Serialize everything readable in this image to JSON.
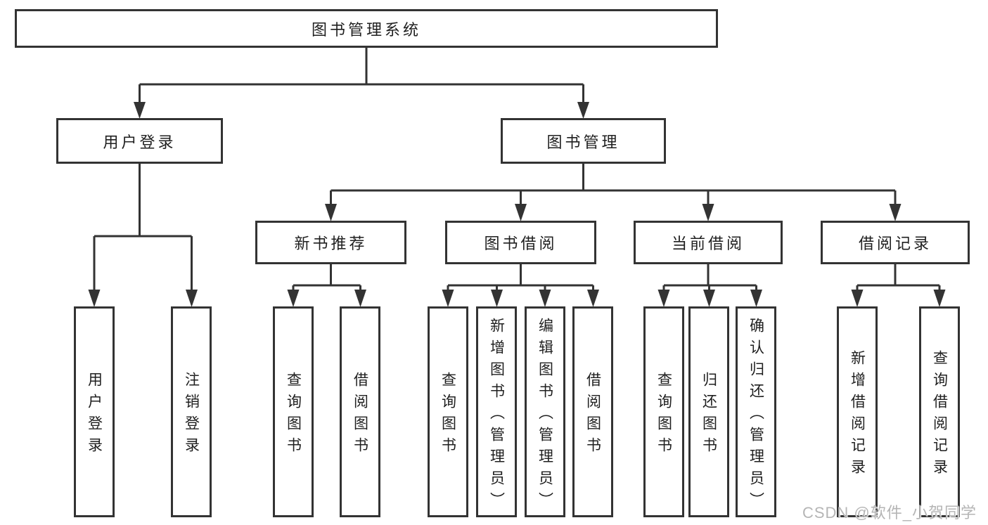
{
  "diagram": {
    "root": {
      "label": "图书管理系统"
    },
    "branches": [
      {
        "label": "用户登录",
        "children": [
          {
            "label": "用户登录"
          },
          {
            "label": "注销登录"
          }
        ]
      },
      {
        "label": "图书管理",
        "children": [
          {
            "label": "新书推荐",
            "children": [
              {
                "label": "查询图书"
              },
              {
                "label": "借阅图书"
              }
            ]
          },
          {
            "label": "图书借阅",
            "children": [
              {
                "label": "查询图书"
              },
              {
                "label": "新增图书（管理员）"
              },
              {
                "label": "编辑图书（管理员）"
              },
              {
                "label": "借阅图书"
              }
            ]
          },
          {
            "label": "当前借阅",
            "children": [
              {
                "label": "查询图书"
              },
              {
                "label": "归还图书"
              },
              {
                "label": "确认归还（管理员）"
              }
            ]
          },
          {
            "label": "借阅记录",
            "children": [
              {
                "label": "新增借阅记录"
              },
              {
                "label": "查询借阅记录"
              }
            ]
          }
        ]
      }
    ],
    "watermark": "CSDN @软件_小贺同学",
    "colors": {
      "line": "#333333",
      "text": "#1f1f1f",
      "watermark": "#b5b5b5",
      "background": "#ffffff"
    }
  }
}
